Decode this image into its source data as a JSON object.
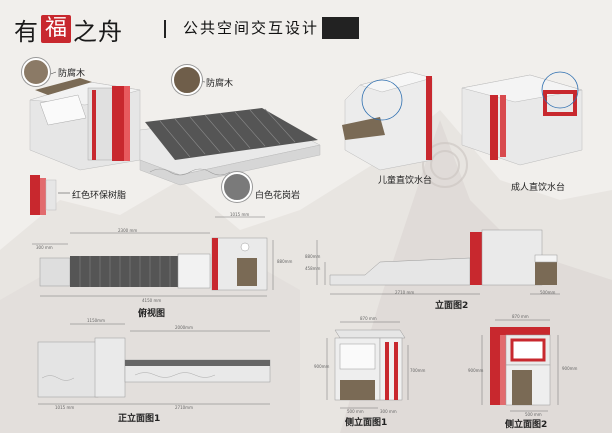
{
  "header": {
    "title_char_1": "有",
    "title_char_2": "福",
    "title_char_3": "之",
    "title_char_4": "舟",
    "subtitle": "公共空间交互设计"
  },
  "materials": {
    "wood_1": "防腐木",
    "wood_2": "防腐木",
    "resin": "红色环保树脂",
    "granite": "白色花岗岩"
  },
  "fountains": {
    "child": "儿童直饮水台",
    "adult": "成人直饮水台"
  },
  "views": {
    "top_view": "俯视图",
    "elevation_2": "立面图2",
    "front_elevation_1": "正立面图1",
    "side_elevation_1": "侧立面图1",
    "side_elevation_2": "侧立面图2"
  },
  "dimensions": {
    "top_2300": "2300 mm",
    "top_1015": "1015 mm",
    "top_880": "880mm",
    "top_4150": "4150 mm",
    "top_left": "300 mm",
    "el2_458": "458mm",
    "el2_880": "880mm",
    "el2_2710": "2710 mm",
    "el2_500": "500mm",
    "fe_1150": "1150mm",
    "fe_2000": "2000mm",
    "fe_1015": "1015 mm",
    "fe_2710": "2710mm",
    "s1_870": "870 mm",
    "s1_900": "900mm",
    "s1_700": "700mm",
    "s1_500": "500 mm",
    "s1_300": "300 mm",
    "s2_870": "870 mm",
    "s2_900a": "900mm",
    "s2_900b": "900mm",
    "s2_500": "500 mm"
  },
  "colors": {
    "accent_red": "#c8282e",
    "granite_gray": "#d9d9d9",
    "wood_dark": "#5a5a5a"
  }
}
